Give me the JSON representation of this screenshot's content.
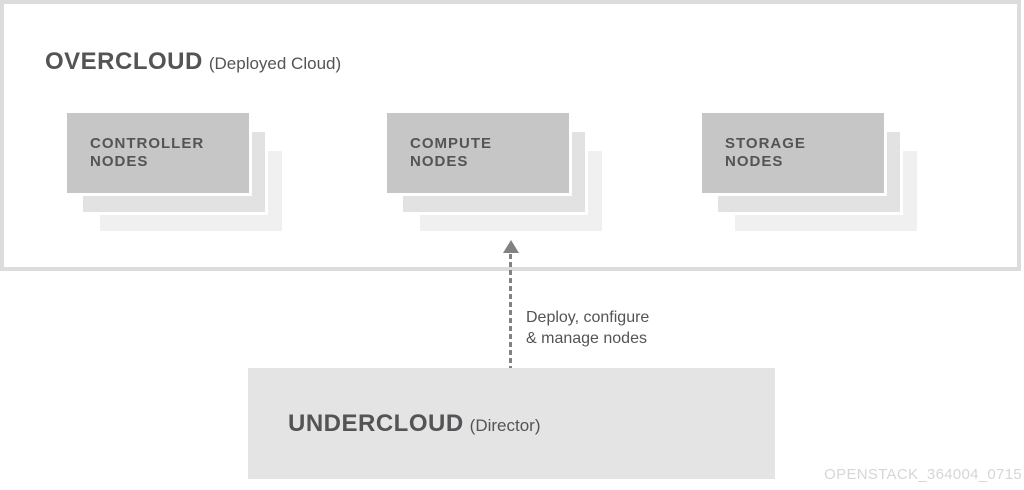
{
  "colors": {
    "frame-border": "#dcdcdc",
    "node-bg": "#c6c6c6",
    "layer-middle": "#e2e2e2",
    "layer-back": "#f0f0f0",
    "undercloud-bg": "#e4e4e4",
    "text-dark": "#545456",
    "arrow-color": "#828282",
    "watermark-color": "#d6d6d6"
  },
  "overcloud": {
    "title": "OVERCLOUD",
    "subtitle": "(Deployed Cloud)",
    "nodes": [
      {
        "label_line1": "CONTROLLER",
        "label_line2": "NODES"
      },
      {
        "label_line1": "COMPUTE",
        "label_line2": "NODES"
      },
      {
        "label_line1": "STORAGE",
        "label_line2": "NODES"
      }
    ]
  },
  "arrow": {
    "label_line1": "Deploy, configure",
    "label_line2": "& manage nodes"
  },
  "undercloud": {
    "title": "UNDERCLOUD",
    "subtitle": "(Director)"
  },
  "watermark": "OPENSTACK_364004_0715"
}
